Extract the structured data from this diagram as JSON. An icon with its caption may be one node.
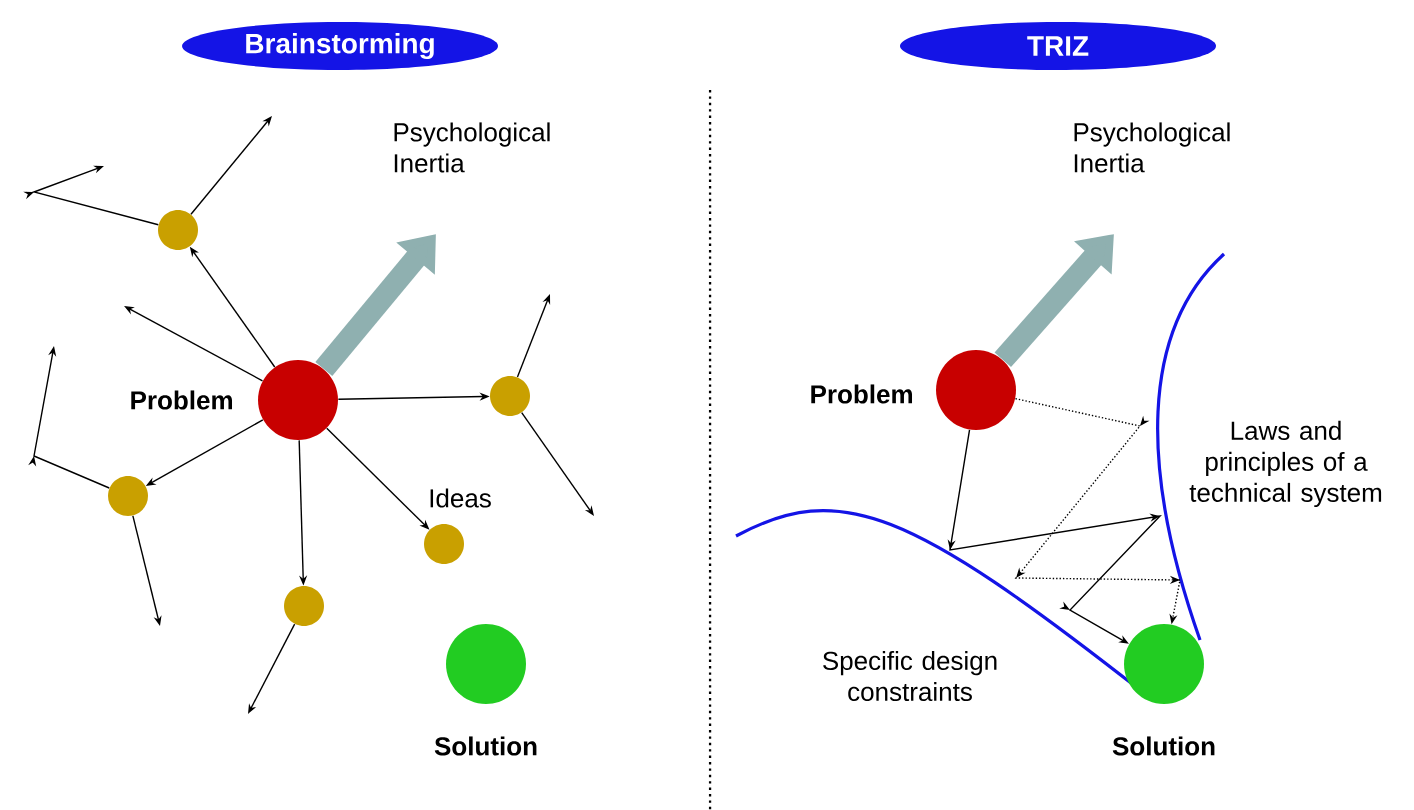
{
  "diagram": {
    "nodes": [
      {
        "text": [
          "Brainstorming"
        ]
      },
      {
        "text": [
          "TRIZ"
        ]
      },
      {
        "text": [],
        "shape": "circle",
        "beside": [
          "Problem"
        ]
      },
      {
        "text": [],
        "shape": "circle"
      },
      {
        "text": [],
        "shape": "circle"
      },
      {
        "text": [],
        "shape": "circle"
      },
      {
        "text": [],
        "shape": "circle",
        "beside": [
          "Ideas"
        ]
      },
      {
        "text": [],
        "shape": "circle"
      },
      {
        "text": [],
        "shape": "circle",
        "beside": [
          "Solution"
        ]
      },
      {
        "text": [],
        "shape": "circle",
        "beside": [
          "Problem"
        ]
      },
      {
        "text": [],
        "shape": "circle",
        "beside": [
          "Solution"
        ]
      }
    ],
    "edges": [
      {
        "from": 2,
        "to": null,
        "arrow": "to",
        "style": "thick",
        "color": "#8fb0b0"
      },
      {
        "from": 2,
        "to": null,
        "arrow": "to"
      },
      {
        "from": 2,
        "to": 4,
        "arrow": "to"
      },
      {
        "from": 2,
        "to": 7,
        "arrow": "to"
      },
      {
        "from": 2,
        "to": 3,
        "arrow": "to"
      },
      {
        "from": 2,
        "to": 5,
        "arrow": "to"
      },
      {
        "from": 2,
        "to": 6,
        "arrow": "to"
      },
      {
        "from": 4,
        "to": null,
        "arrow": "to"
      },
      {
        "from": 4,
        "to": null,
        "arrow": "to"
      },
      {
        "from": 3,
        "to": null,
        "arrow": "to"
      },
      {
        "from": 3,
        "to": null,
        "arrow": "to"
      },
      {
        "from": 7,
        "to": null,
        "arrow": "to"
      },
      {
        "from": 7,
        "to": null,
        "arrow": "to"
      },
      {
        "from": 5,
        "to": null,
        "arrow": "to"
      },
      {
        "from": 9,
        "to": null,
        "arrow": "to",
        "style": "thick",
        "color": "#8fb0b0"
      },
      {
        "from": 9,
        "to": 10,
        "arrow": "to"
      },
      {
        "from": 9,
        "to": 10,
        "arrow": "to",
        "style": "dashed"
      }
    ],
    "labels": [
      "Psychological Inertia",
      "Psychological Inertia",
      "Laws and principles of a technical system",
      "Specific design constraints"
    ]
  }
}
